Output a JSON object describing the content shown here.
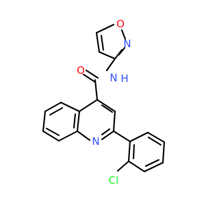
{
  "molecule": {
    "atoms": {
      "isoxazole_oxygen": {
        "text": "O",
        "color": "#ff0d0d"
      },
      "isoxazole_nitrogen": {
        "text": "N",
        "color": "#3050f8"
      },
      "amide_oxygen": {
        "text": "O",
        "color": "#ff0d0d"
      },
      "amide_nitrogen": {
        "text": "N",
        "color": "#3050f8"
      },
      "amide_hydrogen": {
        "text": "H",
        "color": "#3050f8"
      },
      "quinoline_nitrogen": {
        "text": "N",
        "color": "#3050f8"
      },
      "chlorine": {
        "text": "Cl",
        "color": "#1ff01f"
      }
    },
    "bond_color": "#000000"
  }
}
